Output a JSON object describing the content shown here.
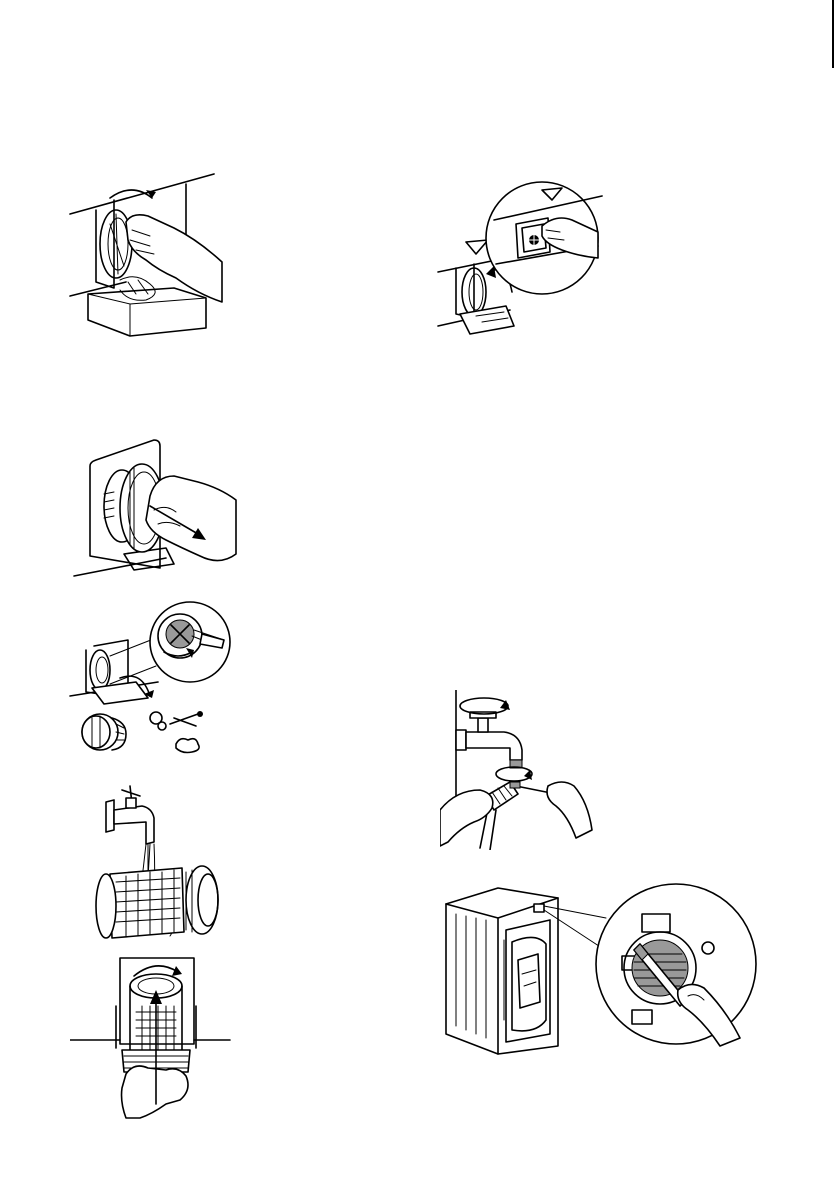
{
  "page": {
    "background": "#ffffff",
    "line_color": "#000000"
  },
  "figures": [
    {
      "id": "open-flap-and-drain",
      "icons": [
        "hand-icon",
        "rotate-arrow-icon",
        "drain-tray-icon"
      ]
    },
    {
      "id": "press-service-flap",
      "icons": [
        "triangle-marker-icon",
        "flap-button-icon",
        "rotate-arrow-icon"
      ]
    },
    {
      "id": "pull-out-filter",
      "icons": [
        "hand-icon",
        "pull-arrow-icon"
      ]
    },
    {
      "id": "remove-debris-from-pump",
      "icons": [
        "magnifier-detail-icon",
        "filter-cap-icon",
        "debris-icon"
      ]
    },
    {
      "id": "rinse-filter-under-tap",
      "icons": [
        "tap-icon",
        "water-stream-icon",
        "filter-icon"
      ]
    },
    {
      "id": "reinsert-filter",
      "icons": [
        "hand-icon",
        "rotate-arrow-icon",
        "insert-arrow-icon"
      ]
    },
    {
      "id": "clean-inlet-valve-filter",
      "icons": [
        "tap-icon",
        "rotate-arrow-icon",
        "brush-icon",
        "hose-icon"
      ]
    },
    {
      "id": "clean-machine-inlet-filter",
      "icons": [
        "washing-machine-icon",
        "magnifier-detail-icon",
        "brush-icon"
      ]
    }
  ]
}
